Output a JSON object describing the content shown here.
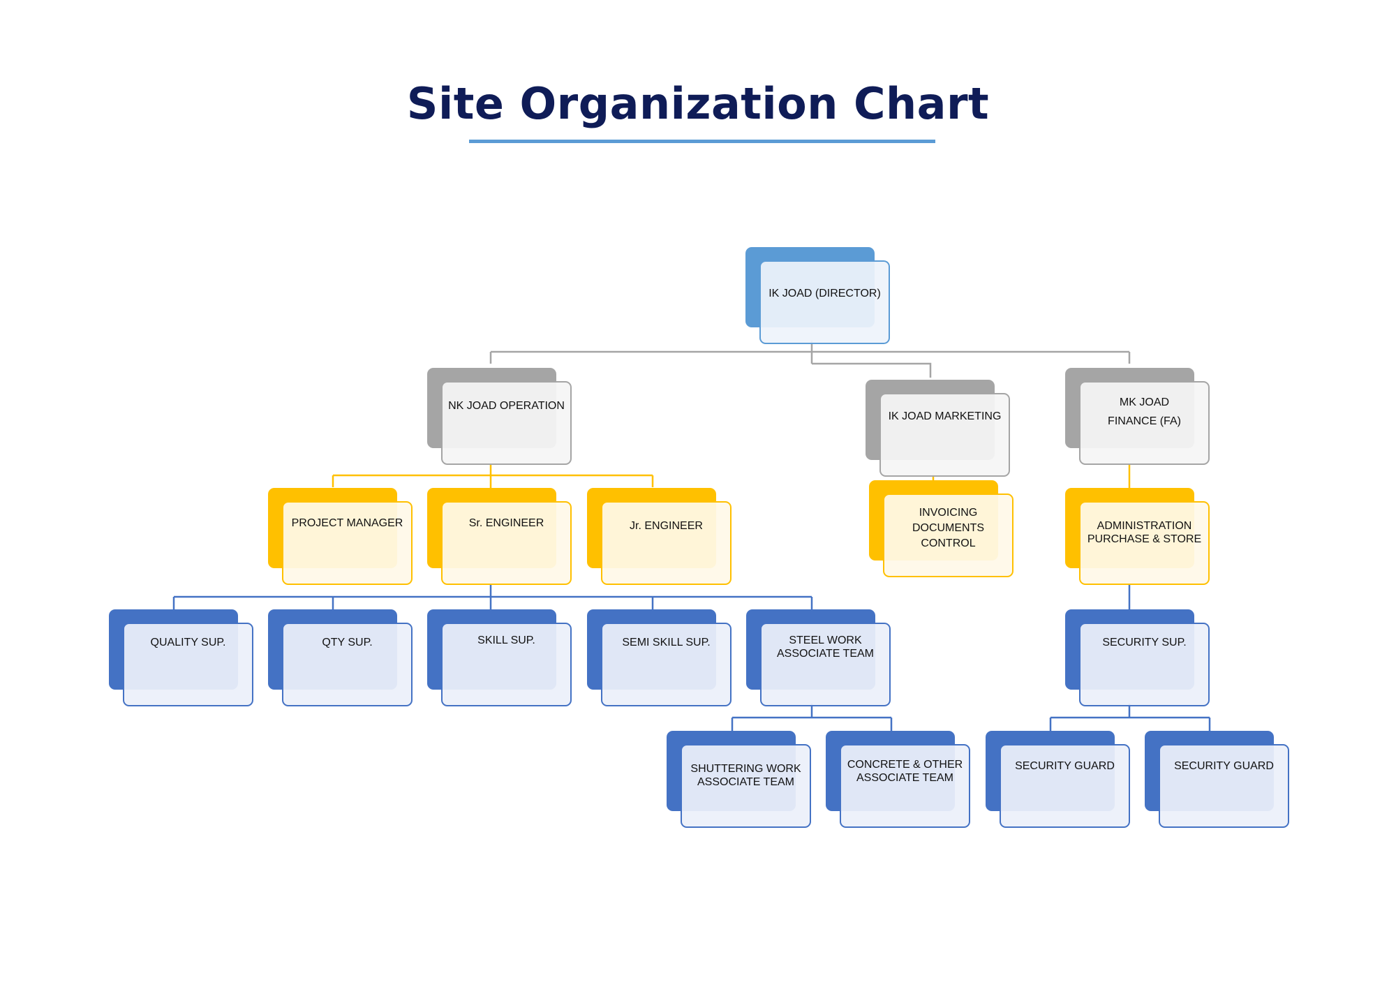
{
  "title": "Site Organization Chart",
  "colors": {
    "title": "#0f1c57",
    "underline": "#5b9bd5",
    "director": "#5b9bd5",
    "head": "#a5a5a5",
    "manager": "#ffc000",
    "supervisor": "#4472c4"
  },
  "nodes": {
    "director": "IK JOAD (DIRECTOR)",
    "operation": "NK JOAD OPERATION",
    "marketing": "IK JOAD MARKETING",
    "finance": "MK JOAD\nFINANCE (FA)",
    "project_manager": "PROJECT MANAGER",
    "sr_engineer": "Sr. ENGINEER",
    "jr_engineer": "Jr. ENGINEER",
    "invoicing": "INVOICING\nDOCUMENTS\nCONTROL",
    "administration": "ADMINISTRATION\nPURCHASE & STORE",
    "quality_sup": "QUALITY SUP.",
    "qty_sup": "QTY SUP.",
    "skill_sup": "SKILL SUP.",
    "semi_skill_sup": "SEMI SKILL SUP.",
    "steel_work": "STEEL WORK\nASSOCIATE TEAM",
    "security_sup": "SECURITY SUP.",
    "shuttering": "SHUTTERING    WORK\nASSOCIATE TEAM",
    "concrete": "CONCRETE & OTHER\nASSOCIATE TEAM",
    "security_guard_1": "SECURITY GUARD",
    "security_guard_2": "SECURITY GUARD"
  }
}
